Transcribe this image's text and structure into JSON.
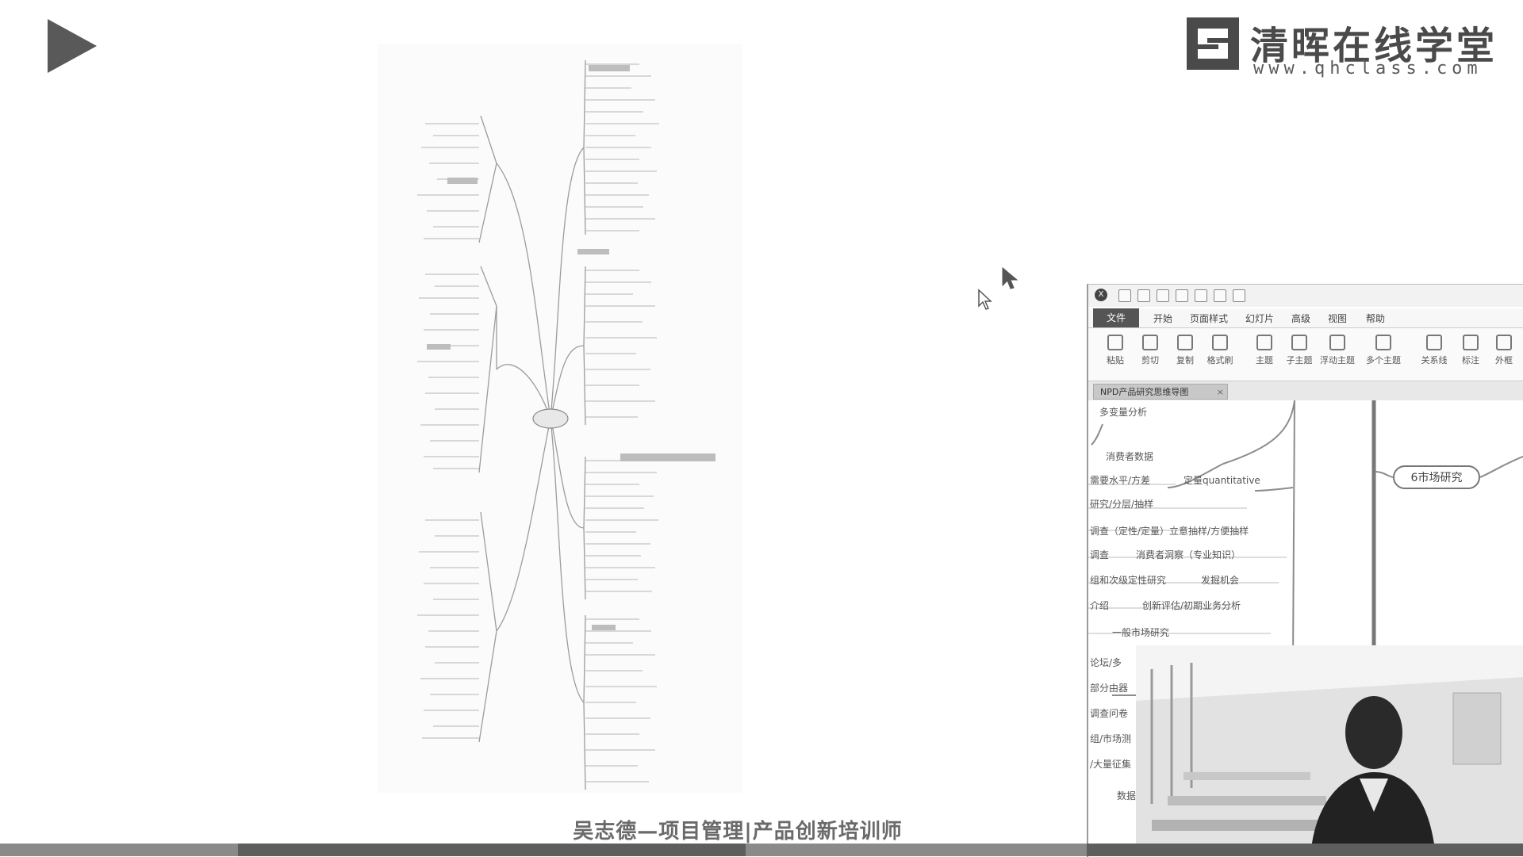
{
  "player": {
    "play_label": "play"
  },
  "brand": {
    "name": "清晖在线学堂",
    "url": "www.qhclass.com"
  },
  "caption": "吴志德—项目管理|产品创新培训师",
  "app": {
    "logo_letter": "X",
    "ribbon_tabs": [
      "文件",
      "开始",
      "页面样式",
      "幻灯片",
      "高级",
      "视图",
      "帮助"
    ],
    "ribbon_buttons": [
      "粘贴",
      "剪切",
      "复制",
      "格式刷",
      "主题",
      "子主题",
      "浮动主题",
      "多个主题",
      "关系线",
      "标注",
      "外框"
    ],
    "doc_tab": "NPD产品研究思维导图",
    "doc_tab_close": "×",
    "nodes": {
      "n1": "多变量分析",
      "n2": "消费者数据",
      "n3": "需要水平/方差",
      "n4": "定量quantitative",
      "n5": "研究/分层/抽样",
      "n6": "调查（定性/定量）立意抽样/方便抽样",
      "n7": "调查",
      "n8": "消费者洞察（专业知识）",
      "n9": "组和次级定性研究",
      "n10": "发掘机会",
      "n11": "介绍",
      "n12": "创新评估/初期业务分析",
      "n13": "一般市场研究",
      "major": "6市场研究"
    },
    "left_fragments": [
      "论坛/多",
      "部分由器",
      "调查问卷",
      "组/市场测",
      "/大量征集",
      "数据"
    ]
  },
  "webcam": {
    "label": ""
  }
}
